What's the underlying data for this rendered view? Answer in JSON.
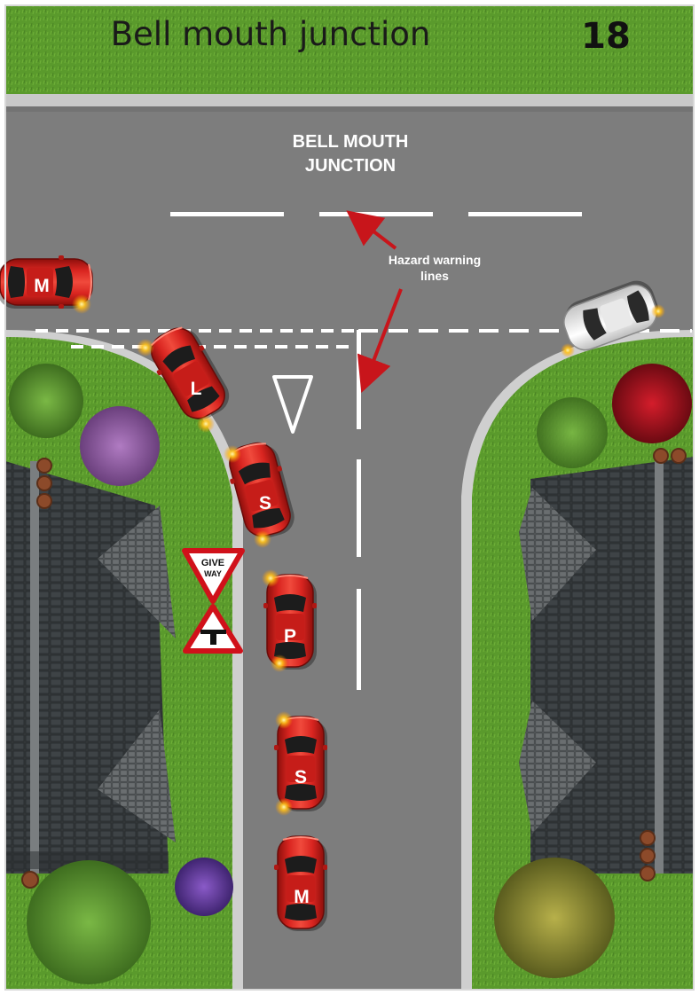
{
  "header": {
    "title": "Bell mouth junction",
    "page_number": "18"
  },
  "road_text": {
    "line1": "BELL MOUTH",
    "line2": "JUNCTION"
  },
  "annotation": {
    "line1": "Hazard warning",
    "line2": "lines"
  },
  "signs": {
    "give_way_line1": "GIVE",
    "give_way_line2": "WAY"
  },
  "cars": [
    {
      "label": "M"
    },
    {
      "label": "L"
    },
    {
      "label": "S"
    },
    {
      "label": "P"
    },
    {
      "label": "S"
    },
    {
      "label": "M"
    }
  ],
  "colors": {
    "grass": "#5c9a2e",
    "road": "#7b7b7b",
    "car_red": "#d0201b",
    "car_white": "#f2f2f2",
    "arrow_red": "#c8151b",
    "roof": "#2e3133"
  }
}
